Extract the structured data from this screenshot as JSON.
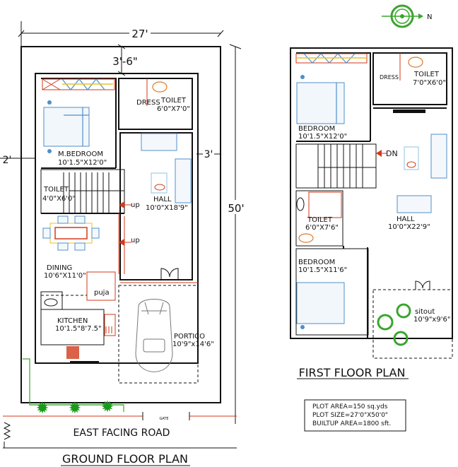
{
  "ground_floor": {
    "title": "GROUND FLOOR PLAN",
    "dimensions": {
      "width": "27'",
      "depth": "50'",
      "front_setback": "3'-6\"",
      "left_setback": "2'",
      "right_setback": "3'"
    },
    "rooms": [
      {
        "name": "DRESS",
        "size": ""
      },
      {
        "name": "TOILET",
        "size": "6'0\"X7'0\""
      },
      {
        "name": "M.BEDROOM",
        "size": "10'1.5\"X12'0\""
      },
      {
        "name": "TOILET",
        "size": "4'0\"X6'0\""
      },
      {
        "name": "HALL",
        "size": "10'0\"X18'9\""
      },
      {
        "name": "DINING",
        "size": "10'6\"X11'0\""
      },
      {
        "name": "puja",
        "size": ""
      },
      {
        "name": "KITCHEN",
        "size": "10'1.5\"8'7.5\""
      },
      {
        "name": "PORTICO",
        "size": "10'9\"x14'6\""
      }
    ],
    "stair_labels": [
      "up",
      "up"
    ],
    "road_label": "EAST FACING ROAD",
    "gate_label": "GATE"
  },
  "first_floor": {
    "title": "FIRST FLOOR PLAN",
    "rooms": [
      {
        "name": "DRESS",
        "size": ""
      },
      {
        "name": "TOILET",
        "size": "7'0\"X6'0\""
      },
      {
        "name": "BEDROOM",
        "size": "10'1.5\"X12'0\""
      },
      {
        "name": "HALL",
        "size": "10'0\"X22'9\""
      },
      {
        "name": "TOILET",
        "size": "6'0\"X7'6\""
      },
      {
        "name": "BEDROOM",
        "size": "10'1.5\"X11'6\""
      },
      {
        "name": "sitout",
        "size": "10'9\"x9'6\""
      }
    ],
    "stair_label": "DN"
  },
  "compass": {
    "direction": "N"
  },
  "info_box": {
    "lines": [
      "PLOT AREA=150 sq.yds",
      "PLOT SIZE=27'0\"X50'0\"",
      "BUILTUP AREA=1800 sft."
    ]
  },
  "colors": {
    "wall": "#111111",
    "accent_red": "#d23a1a",
    "furniture_blue": "#4f8fc9",
    "green": "#3aa52d"
  }
}
